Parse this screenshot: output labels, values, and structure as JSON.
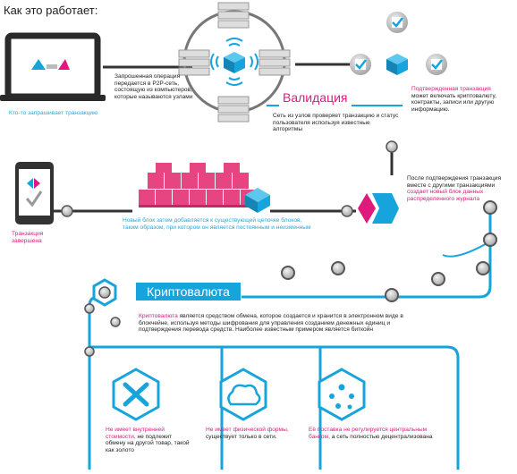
{
  "title": "Как это работает:",
  "steps": {
    "request": {
      "label": "Кто-то запрашивает транзакцию"
    },
    "broadcast": {
      "text": "Запрошенная операция передается в P2P-сеть, состоящую из компьютеров, которые называются узлами"
    },
    "validation": {
      "title": "Валидация",
      "text": "Сеть из узлов проверяет транзакцию и статус пользователя используя известные алгоритмы"
    },
    "verified": {
      "lead": "Подтвержденная транзакция",
      "text": "может включать криптовалюту, контракты, записи или другую информацию."
    },
    "new_block": {
      "text": "После подтверждения транзакция вместе с другими транзакциями",
      "lead": "создает новый блок данных распределенного журнала"
    },
    "chain": {
      "text": "Новый блок затем добавляется к существующей цепочке блоков, таким образом, при котором он является постоянным и неизменным"
    },
    "complete": {
      "label": "Транзакция завершена"
    }
  },
  "crypto": {
    "title": "Криптовалюта",
    "term": "Криптовалюта",
    "definition": "является средством обмена, которое создается и хранится в электронном виде в блокчейне, используя методы шифрования для управления созданием денежных единиц и подтверждения перевода средств. Наиболее известным примером является биткойн"
  },
  "features": [
    {
      "lead": "Не имеет внутренней стоимости,",
      "text": "не подлежит обмену на другой товар, такой как золото",
      "icon": "no-value-icon"
    },
    {
      "lead": "Не имеет физической формы,",
      "text": "существует только в сети.",
      "icon": "cloud-icon"
    },
    {
      "lead": "Её поставка не регулируется центральным банком,",
      "text": "а сеть полностью децентрализована",
      "icon": "network-icon"
    }
  ],
  "colors": {
    "cyan": "#17a4dc",
    "pink": "#e0197d",
    "dark": "#333333",
    "gray": "#888888"
  }
}
